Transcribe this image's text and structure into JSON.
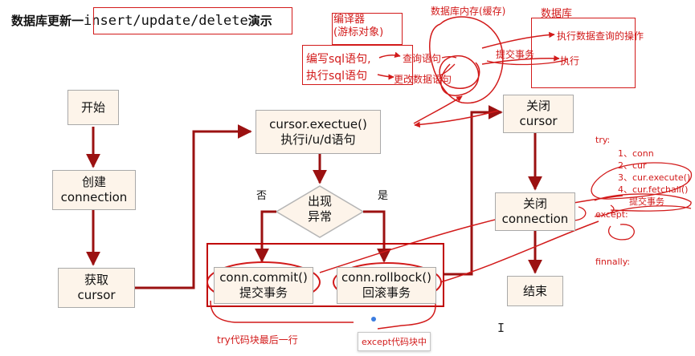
{
  "title": {
    "prefix": "数据库更新一",
    "code": "insert/update/delete",
    "suffix": "演示"
  },
  "annotations": {
    "interpreter_line1": "编译器",
    "interpreter_line2": "(游标对象)",
    "db_memory": "数据库内存(缓存)",
    "database": "数据库",
    "write_sql": "编写sql语句,",
    "exec_sql": "执行sql语句",
    "query_stmt": "查询语句",
    "update_stmt": "更改数据语句",
    "commit_tx": "提交事务",
    "exec_query_op": "执行数据查询的操作",
    "execute": "执行",
    "try_last_line": "try代码块最后一行",
    "except_block": "except代码块中"
  },
  "flowchart": {
    "start": "开始",
    "create_line1": "创建",
    "create_line2": "connection",
    "get_line1": "获取",
    "get_line2": "cursor",
    "execute_line1": "cursor.exectue()",
    "execute_line2": "执行i/u/d语句",
    "decision_line1": "出现",
    "decision_line2": "异常",
    "no_label": "否",
    "yes_label": "是",
    "commit_line1": "conn.commit()",
    "commit_line2": "提交事务",
    "rollback_line1": "conn.rollbock()",
    "rollback_line2": "回滚事务",
    "close_cursor_line1": "关闭",
    "close_cursor_line2": "cursor",
    "close_conn_line1": "关闭",
    "close_conn_line2": "connection",
    "end": "结束"
  },
  "code_notes": {
    "try": "try:",
    "step1": "1、conn",
    "step2": "2、cur",
    "step3": "3、cur.execute()",
    "step4": "4、cur.fetchall()",
    "step5": "提交事务",
    "except": "except:",
    "finally": "finnally:"
  }
}
